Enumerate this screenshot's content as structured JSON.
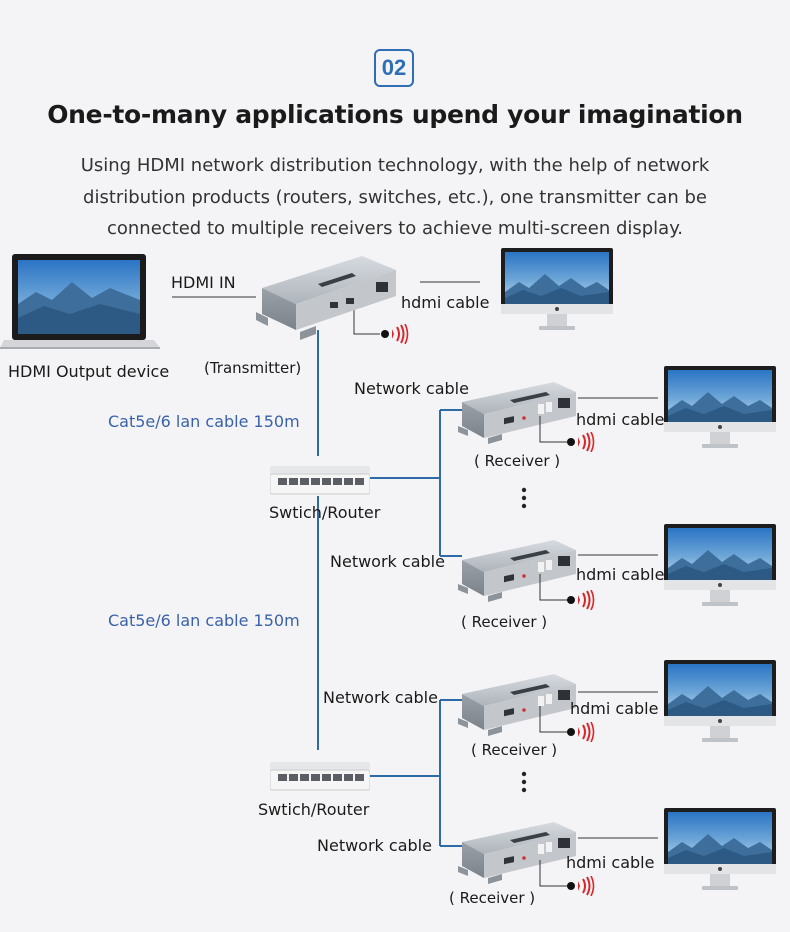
{
  "header": {
    "badge": "02",
    "title": "One-to-many applications upend your imagination",
    "paragraph": [
      "Using HDMI network distribution technology, with the help of network",
      "distribution products (routers, switches, etc.), one transmitter can be",
      "connected to multiple receivers to achieve multi-screen display."
    ]
  },
  "diagram": {
    "hdmi_in": "HDMI IN",
    "output_device": "HDMI Output device",
    "transmitter": "(Transmitter)",
    "hdmi_cable": "hdmi cable",
    "cat_cable": "Cat5e/6 lan cable 150m",
    "switch_router": "Swtich/Router",
    "network_cable": "Network cable",
    "receiver": "( Receiver )",
    "colors": {
      "accent": "#2f6db5",
      "line": "#2e6aa6",
      "ir_red": "#d9262a"
    }
  }
}
